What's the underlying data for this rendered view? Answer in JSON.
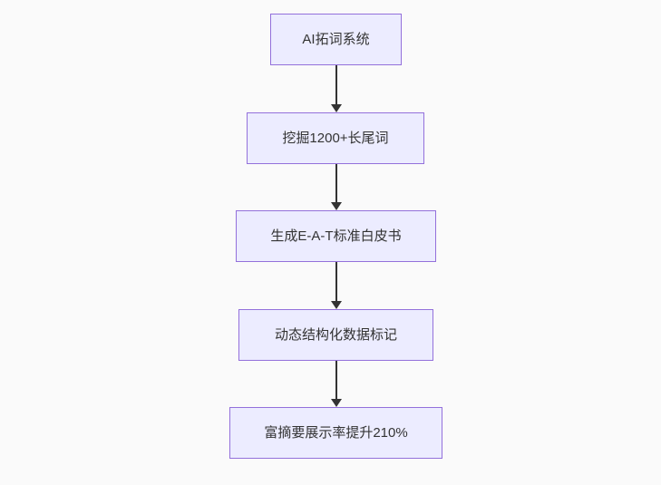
{
  "flowchart": {
    "type": "flowchart",
    "direction": "top-down",
    "nodes": [
      {
        "id": "n1",
        "label": "AI拓词系统"
      },
      {
        "id": "n2",
        "label": "挖掘1200+长尾词"
      },
      {
        "id": "n3",
        "label": "生成E-A-T标准白皮书"
      },
      {
        "id": "n4",
        "label": "动态结构化数据标记"
      },
      {
        "id": "n5",
        "label": "富摘要展示率提升210%"
      }
    ],
    "edges": [
      {
        "from": "n1",
        "to": "n2"
      },
      {
        "from": "n2",
        "to": "n3"
      },
      {
        "from": "n3",
        "to": "n4"
      },
      {
        "from": "n4",
        "to": "n5"
      }
    ],
    "colors": {
      "node_fill": "#ECECFF",
      "node_border": "#9370DB",
      "text": "#333333",
      "arrow": "#333333",
      "background": "#fafafa"
    }
  }
}
